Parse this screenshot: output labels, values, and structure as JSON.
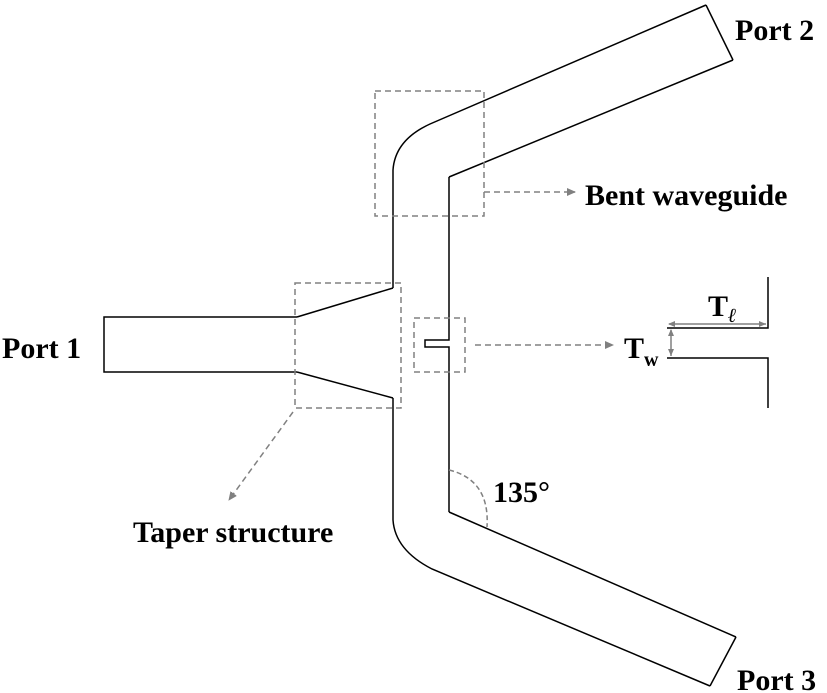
{
  "labels": {
    "port1": "Port 1",
    "port2": "Port 2",
    "port3": "Port 3",
    "bent_waveguide": "Bent waveguide",
    "taper_structure": "Taper structure",
    "angle": "135°",
    "t_length_main": "T",
    "t_length_sub": "ℓ",
    "t_width_main": "T",
    "t_width_sub": "w"
  },
  "colors": {
    "outline": "#000000",
    "dashed": "#808080",
    "text": "#000000"
  }
}
